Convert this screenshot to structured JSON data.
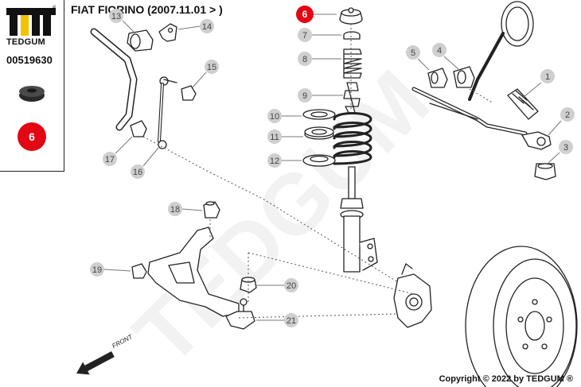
{
  "brand": {
    "name": "TEDGUM",
    "registered": "®"
  },
  "part_number": "00519630",
  "selected_badge": "6",
  "title": "FIAT FIORINO (2007.11.01 > )",
  "watermark": "TEDGUM",
  "front_label": "FRONT",
  "copyright": "Copyright © 2022 by TEDGUM ®",
  "colors": {
    "selected": "#e30613",
    "callout_fill": "#cfcfcf",
    "callout_text": "#444444",
    "logo_yellow": "#f2c400"
  },
  "callouts": [
    {
      "id": "1",
      "selected": false
    },
    {
      "id": "2",
      "selected": false
    },
    {
      "id": "3",
      "selected": false
    },
    {
      "id": "4",
      "selected": false
    },
    {
      "id": "5",
      "selected": false
    },
    {
      "id": "6",
      "selected": true
    },
    {
      "id": "7",
      "selected": false
    },
    {
      "id": "8",
      "selected": false
    },
    {
      "id": "9",
      "selected": false
    },
    {
      "id": "10",
      "selected": false
    },
    {
      "id": "11",
      "selected": false
    },
    {
      "id": "12",
      "selected": false
    },
    {
      "id": "13",
      "selected": false
    },
    {
      "id": "14",
      "selected": false
    },
    {
      "id": "15",
      "selected": false
    },
    {
      "id": "16",
      "selected": false
    },
    {
      "id": "17",
      "selected": false
    },
    {
      "id": "18",
      "selected": false
    },
    {
      "id": "19",
      "selected": false
    },
    {
      "id": "20",
      "selected": false
    },
    {
      "id": "21",
      "selected": false
    }
  ]
}
